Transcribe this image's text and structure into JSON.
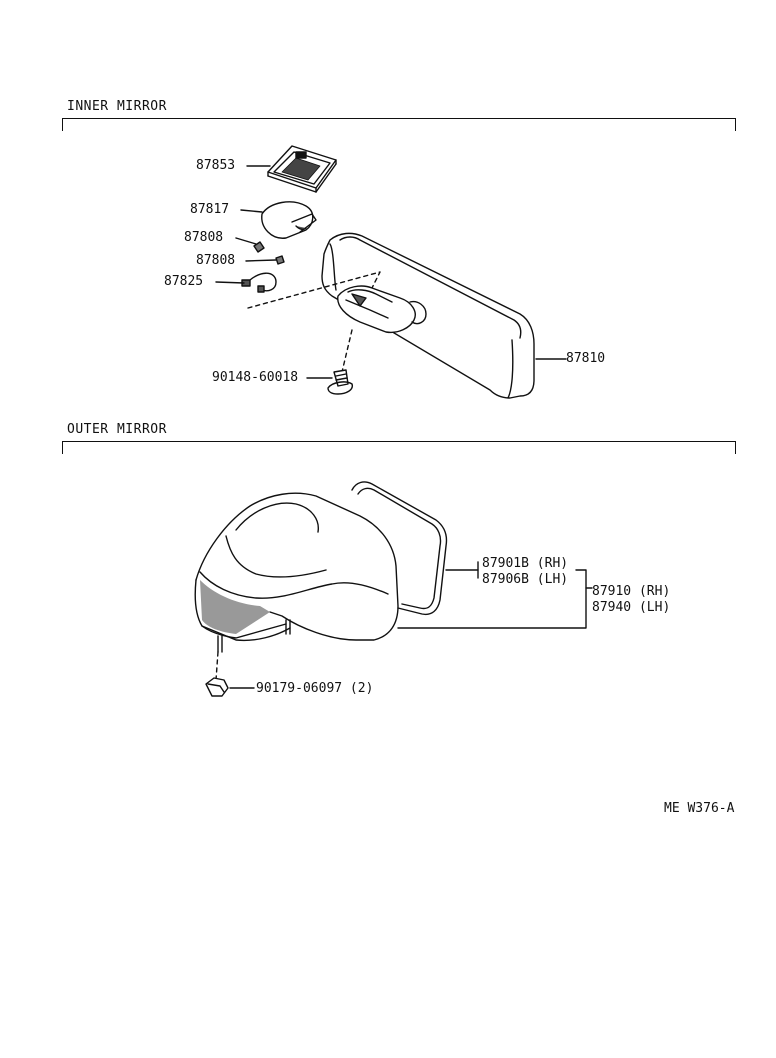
{
  "sections": {
    "inner": {
      "title": "INNER MIRROR"
    },
    "outer": {
      "title": "OUTER MIRROR"
    }
  },
  "parts": {
    "p87853": "87853",
    "p87817": "87817",
    "p87808a": "87808",
    "p87808b": "87808",
    "p87825": "87825",
    "p87810": "87810",
    "p90148": "90148-60018",
    "p87901b": "87901B (RH)",
    "p87906b": "87906B (LH)",
    "p87910": "87910 (RH)",
    "p87940": "87940 (LH)",
    "p90179": "90179-06097 (2)"
  },
  "reference": "ME W376-A"
}
